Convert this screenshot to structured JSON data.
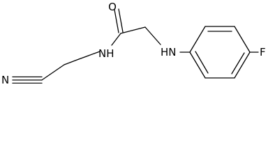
{
  "structure": {
    "atom_labels": {
      "nitrile_n": "N",
      "carbonyl_o": "O",
      "amide_nh": "NH",
      "amine_hn": "HN",
      "fluorine": "F"
    }
  }
}
